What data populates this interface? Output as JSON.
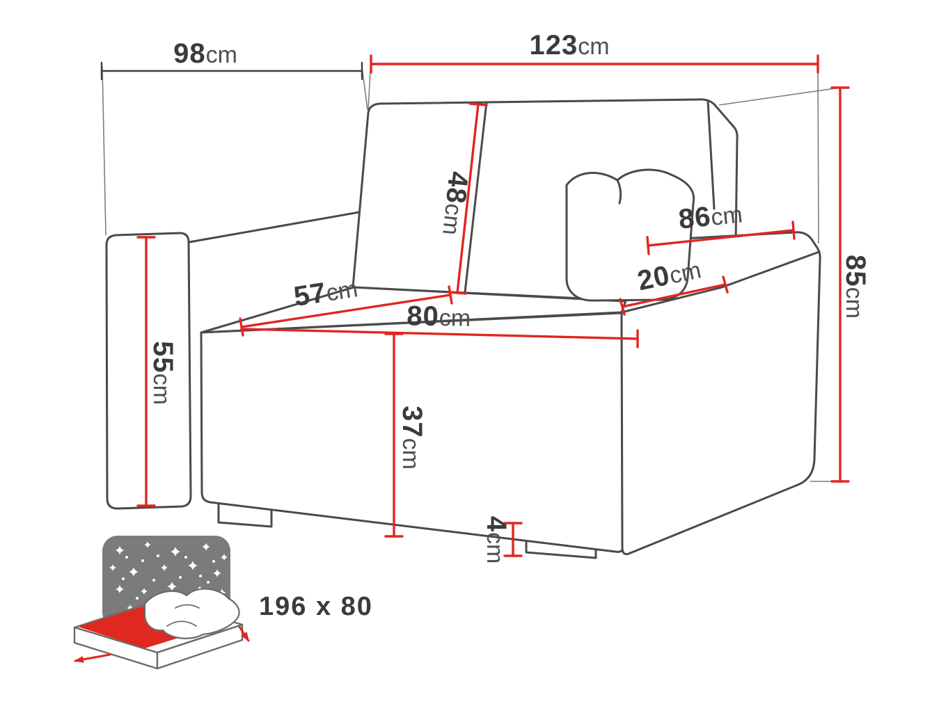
{
  "page": {
    "type": "product-dimension-diagram",
    "subject": "armchair sofa bed",
    "background": "#ffffff"
  },
  "dimensions": {
    "overall_depth": {
      "value": "98",
      "unit": "cm"
    },
    "overall_width": {
      "value": "123",
      "unit": "cm"
    },
    "overall_height": {
      "value": "85",
      "unit": "cm"
    },
    "backrest_height": {
      "value": "48",
      "unit": "cm"
    },
    "armrest_length": {
      "value": "86",
      "unit": "cm"
    },
    "armrest_width": {
      "value": "20",
      "unit": "cm"
    },
    "seat_depth": {
      "value": "57",
      "unit": "cm"
    },
    "seat_width": {
      "value": "80",
      "unit": "cm"
    },
    "armrest_height": {
      "value": "55",
      "unit": "cm"
    },
    "seat_height": {
      "value": "37",
      "unit": "cm"
    },
    "leg_height": {
      "value": "4",
      "unit": "cm"
    }
  },
  "sleeping_area": {
    "label": "196 x 80"
  },
  "colors": {
    "dimension_red": "#e02720",
    "outline_gray": "#4a4a4a",
    "text_dark": "#3b3b3b",
    "night_panel_gray": "#7b7b7b"
  }
}
